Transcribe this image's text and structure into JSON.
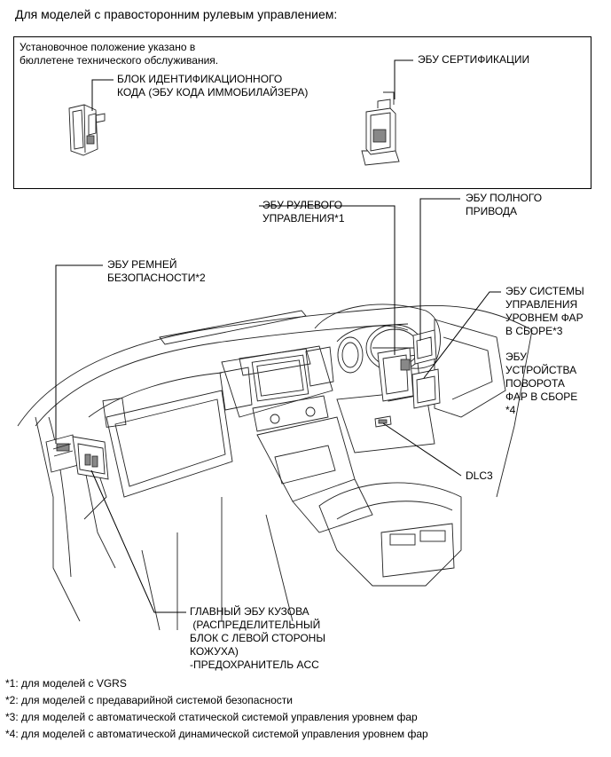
{
  "heading": "Для моделей с правосторонним рулевым управлением:",
  "inset": {
    "note_line1": "Установочное положение указано в",
    "note_line2": "бюллетене технического обслуживания.",
    "id_block_line1": "БЛОК ИДЕНТИФИКАЦИОННОГО",
    "id_block_line2": "КОДА (ЭБУ КОДА ИММОБИЛАЙЗЕРА)",
    "cert_ecu": "ЭБУ СЕРТИФИКАЦИИ"
  },
  "labels": {
    "steering_line1": "ЭБУ РУЛЕВОГО",
    "steering_line2": "УПРАВЛЕНИЯ*1",
    "awd_line1": "ЭБУ ПОЛНОГО",
    "awd_line2": "ПРИВОДА",
    "seatbelt_line1": "ЭБУ РЕМНЕЙ",
    "seatbelt_line2": "БЕЗОПАСНОСТИ*2",
    "leveling_line1": "ЭБУ СИСТЕМЫ",
    "leveling_line2": "УПРАВЛЕНИЯ",
    "leveling_line3": "УРОВНЕМ ФАР",
    "leveling_line4": "В СБОРЕ*3",
    "swivel_line1": "ЭБУ",
    "swivel_line2": "УСТРОЙСТВА",
    "swivel_line3": "ПОВОРОТА",
    "swivel_line4": "ФАР В СБОРЕ",
    "swivel_line5": "*4",
    "dlc3": "DLC3",
    "body_line1": "ГЛАВНЫЙ ЭБУ КУЗОВА",
    "body_line2": " (РАСПРЕДЕЛИТЕЛЬНЫЙ",
    "body_line3": "БЛОК С ЛЕВОЙ СТОРОНЫ",
    "body_line4": "КОЖУХА)",
    "body_line5": "-ПРЕДОХРАНИТЕЛЬ ACC"
  },
  "footnotes": [
    "*1: для моделей с VGRS",
    "*2: для моделей с предаварийной системой безопасности",
    "*3: для моделей с автоматической статической системой управления уровнем фар",
    "*4: для моделей с автоматической динамической системой управления уровнем фар"
  ]
}
